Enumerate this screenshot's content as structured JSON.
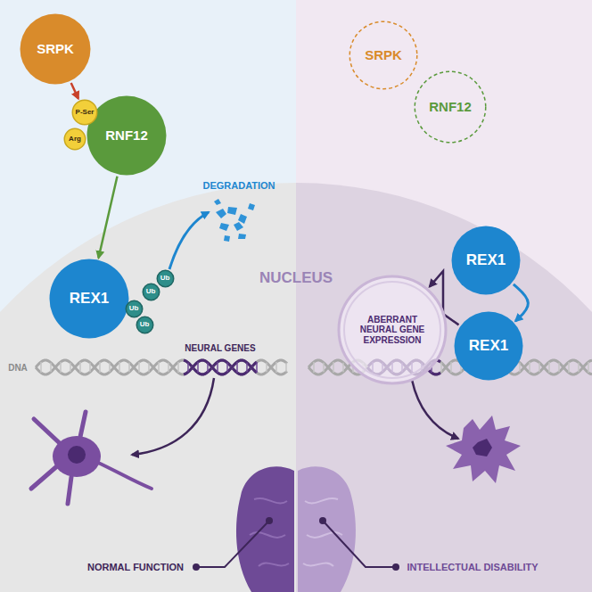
{
  "diagram": {
    "nodes": [
      {
        "text": [
          "SRPK"
        ]
      },
      {
        "text": [
          "P-Ser"
        ]
      },
      {
        "text": [
          "Arg"
        ]
      },
      {
        "text": [
          "RNF12"
        ]
      },
      {
        "text": [
          "REX1"
        ]
      },
      {
        "text": [
          "Ub"
        ]
      },
      {
        "text": [
          "Ub"
        ]
      },
      {
        "text": [
          "Ub"
        ]
      },
      {
        "text": [
          "Ub"
        ]
      },
      {
        "text": [
          "SRPK"
        ]
      },
      {
        "text": [
          "RNF12"
        ]
      },
      {
        "text": [
          "REX1"
        ]
      },
      {
        "text": [
          "ABERRANT NEURAL GENE EXPRESSION"
        ]
      },
      {
        "text": [
          "REX1"
        ]
      }
    ],
    "edges": [
      {
        "from": 0,
        "to": 1,
        "arrow": "to"
      },
      {
        "from": 3,
        "to": 4,
        "arrow": "to"
      },
      {
        "from": 11,
        "to": 13,
        "arrow": "to"
      },
      {
        "from": 13,
        "to": 12,
        "arrow": "to"
      }
    ],
    "labels": [
      "DEGRADATION",
      "NUCLEUS",
      "NEURAL GENES",
      "DNA",
      "NORMAL FUNCTION",
      "INTELLECTUAL DISABILITY"
    ]
  }
}
